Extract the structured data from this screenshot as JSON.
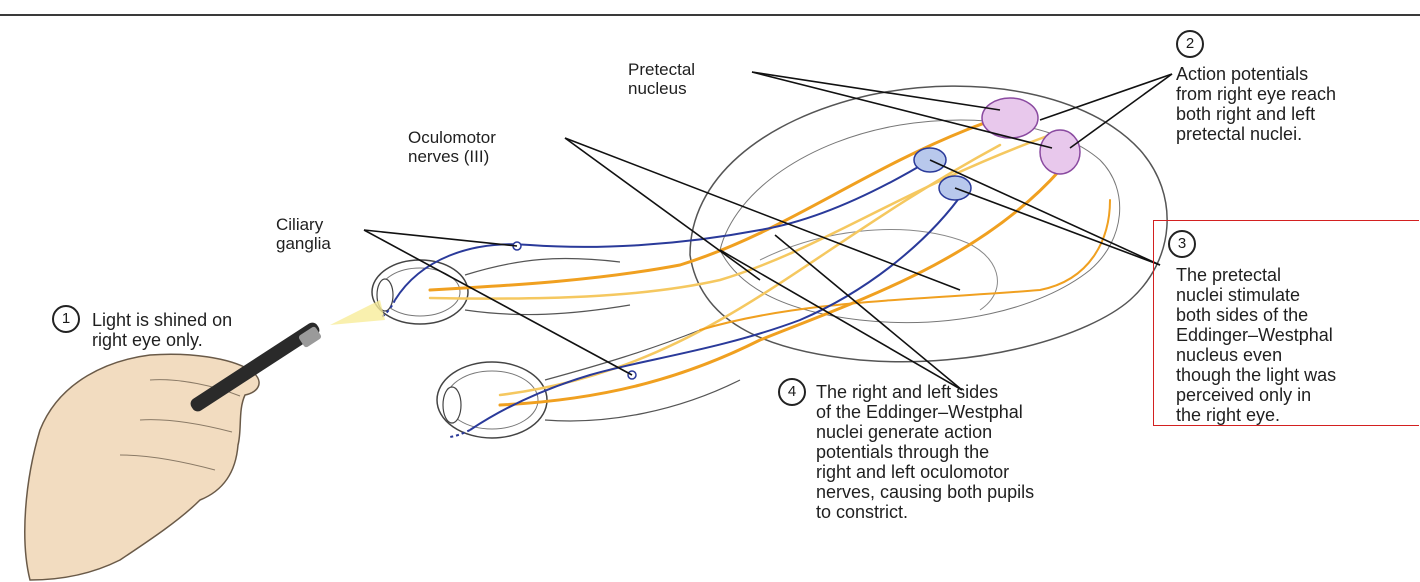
{
  "labels": {
    "pretectal_nucleus": "Pretectal\nnucleus",
    "oculomotor_nerves": "Oculomotor\nnerves (III)",
    "ciliary_ganglia": "Ciliary\nganglia"
  },
  "steps": [
    {
      "number": "1",
      "text": "Light is shined on\nright eye only."
    },
    {
      "number": "2",
      "text": "Action potentials\nfrom right eye reach\nboth right and left\npretectal nuclei."
    },
    {
      "number": "3",
      "text": "The pretectal\nnuclei stimulate\nboth sides of the\nEddinger–Westphal\nnucleus even\nthough the light was\nperceived only in\nthe right eye."
    },
    {
      "number": "4",
      "text": "The right and left sides\nof the Eddinger–Westphal\nnuclei generate action\npotentials through the\nright and left oculomotor\nnerves, causing both pupils\nto constrict."
    }
  ],
  "colors": {
    "afferent_pathway": "#f0a020",
    "afferent_light": "#f5c860",
    "efferent_pathway": "#2a3a9a",
    "pretectal_fill": "#e8c8ec",
    "ew_fill": "#b8c8ec",
    "highlight_border": "#d32020"
  }
}
